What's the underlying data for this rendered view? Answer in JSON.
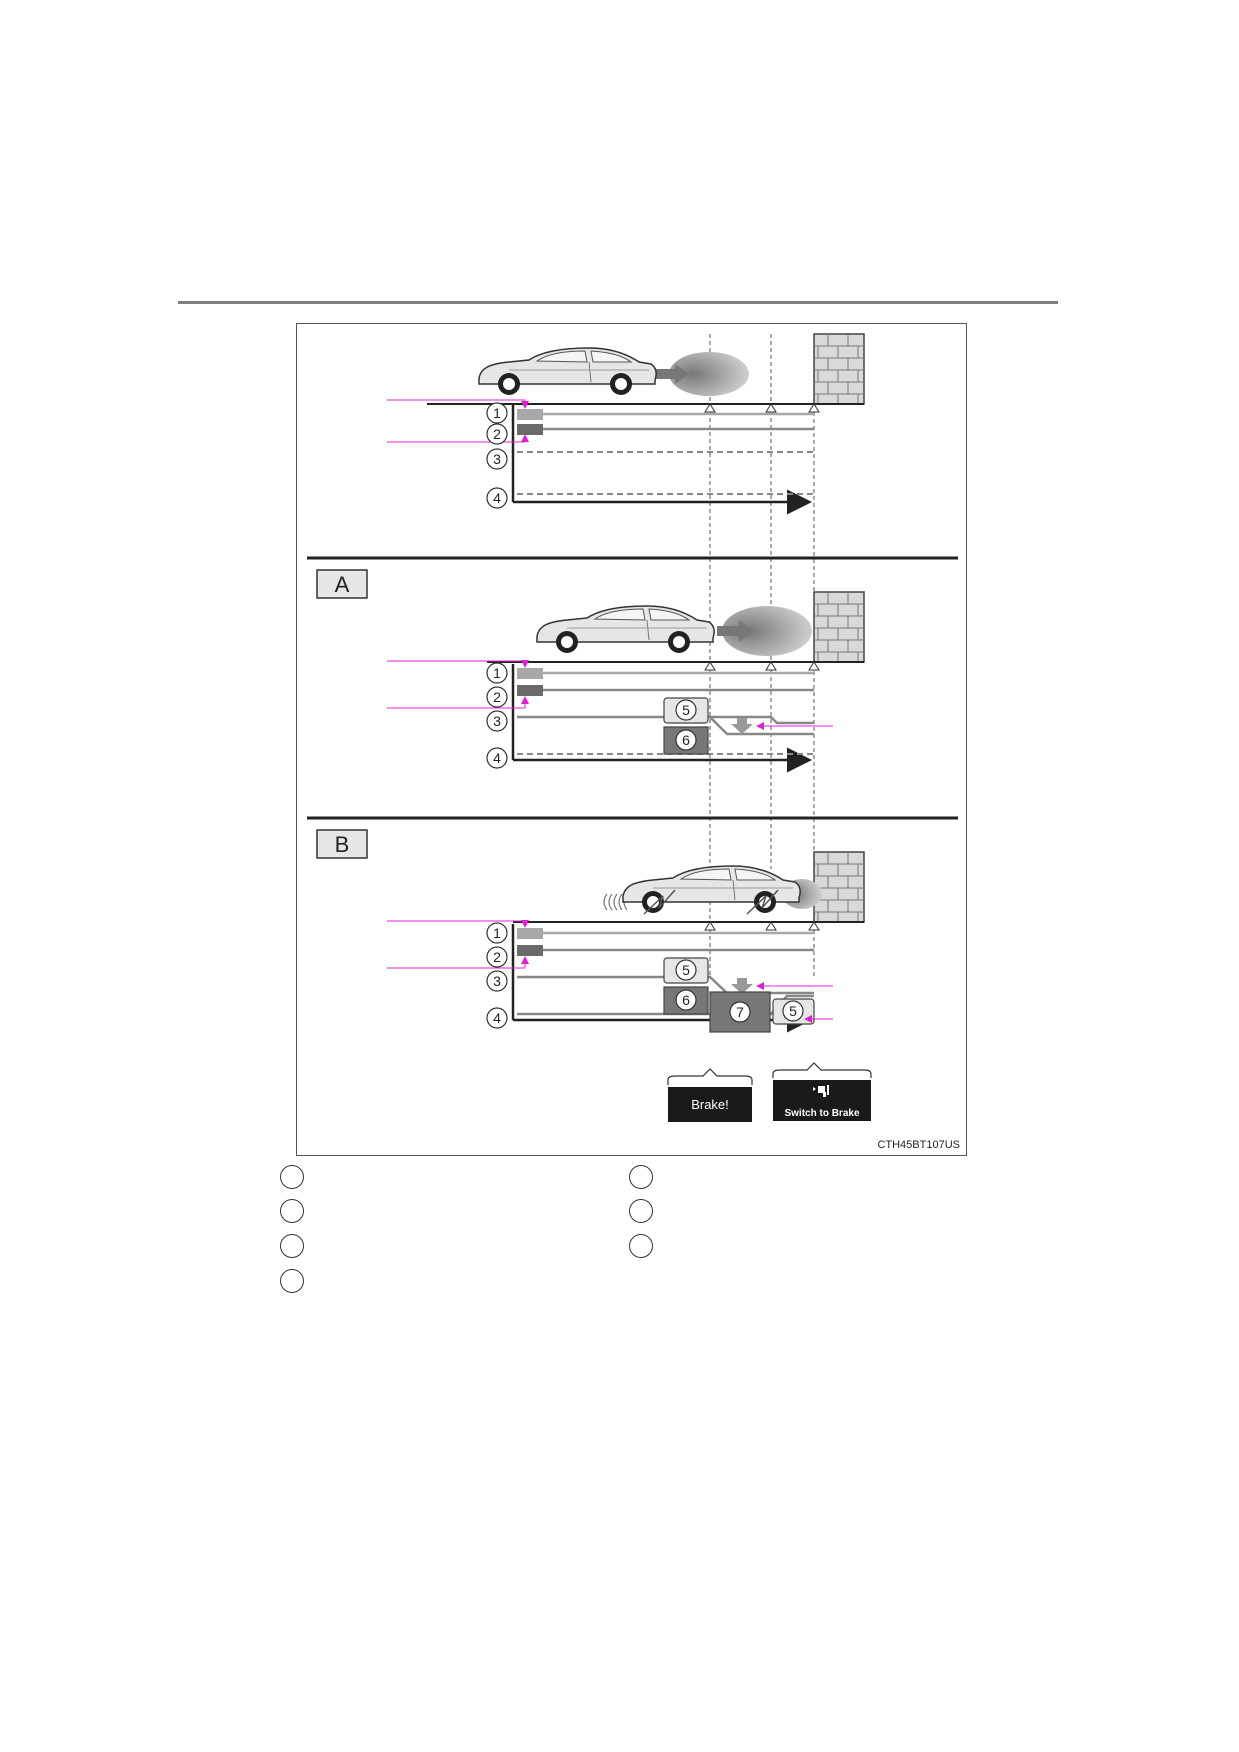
{
  "figure": {
    "code": "CTH45BT107US",
    "sections": [
      {
        "label": ""
      },
      {
        "label": "A"
      },
      {
        "label": "B"
      }
    ],
    "row_numbers": [
      "1",
      "2",
      "3",
      "4"
    ],
    "badges": {
      "five": "5",
      "six": "6",
      "seven": "7"
    },
    "messages": {
      "brake": "Brake!",
      "switch_to_brake": "Switch to Brake"
    },
    "colors": {
      "annotation": "#e020d0",
      "light_gray": "#a8a8a8",
      "dark_gray": "#6a6a6a",
      "message_bg": "#1a1a1a"
    }
  },
  "legend": {
    "items": [
      {
        "number": "",
        "text": ""
      },
      {
        "number": "",
        "text": ""
      },
      {
        "number": "",
        "text": ""
      },
      {
        "number": "",
        "text": ""
      },
      {
        "number": "",
        "text": ""
      },
      {
        "number": "",
        "text": ""
      },
      {
        "number": "",
        "text": ""
      }
    ]
  }
}
